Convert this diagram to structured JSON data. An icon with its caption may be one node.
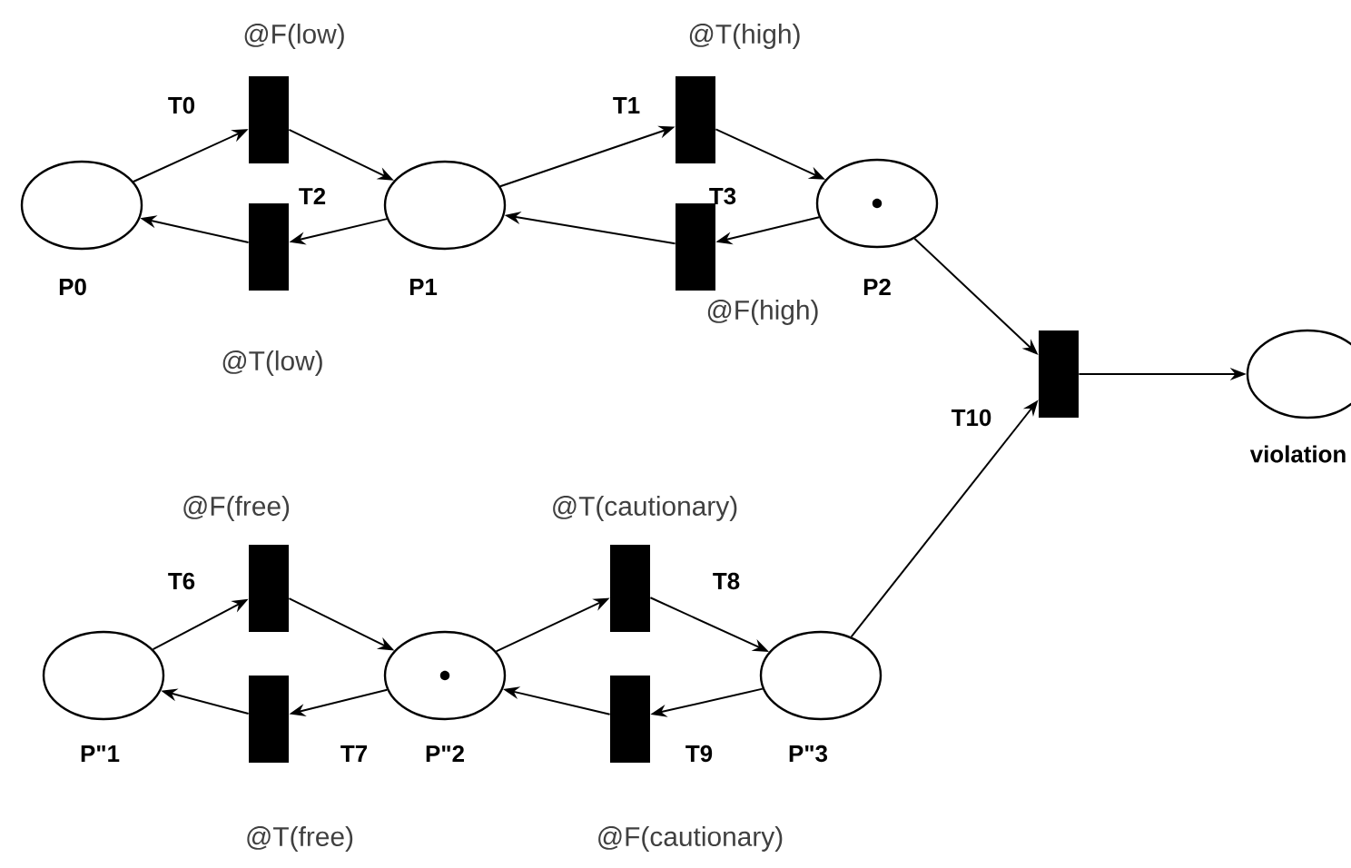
{
  "diagram": {
    "nodes": [
      {
        "text": [
          "P0"
        ]
      },
      {
        "text": [
          "T0"
        ],
        "beside": [
          "@F(low)"
        ]
      },
      {
        "text": [
          "T2"
        ],
        "beside": [
          "@T(low)"
        ]
      },
      {
        "text": [
          "P1"
        ]
      },
      {
        "text": [
          "T1"
        ],
        "beside": [
          "@T(high)"
        ]
      },
      {
        "text": [
          "T3"
        ],
        "beside": [
          "@F(high)"
        ]
      },
      {
        "text": [
          "P2"
        ]
      },
      {
        "text": [
          "T10"
        ]
      },
      {
        "text": [
          "violation"
        ]
      },
      {
        "text": [
          "P\"1"
        ]
      },
      {
        "text": [
          "T6"
        ],
        "beside": [
          "@F(free)"
        ]
      },
      {
        "text": [
          "T7"
        ],
        "beside": [
          "@T(free)"
        ]
      },
      {
        "text": [
          "P\"2"
        ]
      },
      {
        "text": [
          "T8"
        ],
        "beside": [
          "@T(cautionary)"
        ]
      },
      {
        "text": [
          "T9"
        ],
        "beside": [
          "@F(cautionary)"
        ]
      },
      {
        "text": [
          "P\"3"
        ]
      }
    ],
    "edges": [
      {
        "from": 0,
        "to": 1,
        "arrow": "to"
      },
      {
        "from": 1,
        "to": 3,
        "arrow": "to"
      },
      {
        "from": 3,
        "to": 2,
        "arrow": "to"
      },
      {
        "from": 2,
        "to": 0,
        "arrow": "to"
      },
      {
        "from": 3,
        "to": 4,
        "arrow": "to"
      },
      {
        "from": 4,
        "to": 6,
        "arrow": "to"
      },
      {
        "from": 6,
        "to": 5,
        "arrow": "to"
      },
      {
        "from": 5,
        "to": 3,
        "arrow": "to"
      },
      {
        "from": 6,
        "to": 7,
        "arrow": "to"
      },
      {
        "from": 7,
        "to": 8,
        "arrow": "to"
      },
      {
        "from": 9,
        "to": 10,
        "arrow": "to"
      },
      {
        "from": 10,
        "to": 12,
        "arrow": "to"
      },
      {
        "from": 12,
        "to": 11,
        "arrow": "to"
      },
      {
        "from": 11,
        "to": 9,
        "arrow": "to"
      },
      {
        "from": 12,
        "to": 13,
        "arrow": "to"
      },
      {
        "from": 13,
        "to": 15,
        "arrow": "to"
      },
      {
        "from": 15,
        "to": 14,
        "arrow": "to"
      },
      {
        "from": 14,
        "to": 12,
        "arrow": "to"
      },
      {
        "from": 15,
        "to": 7,
        "arrow": "to"
      }
    ]
  }
}
